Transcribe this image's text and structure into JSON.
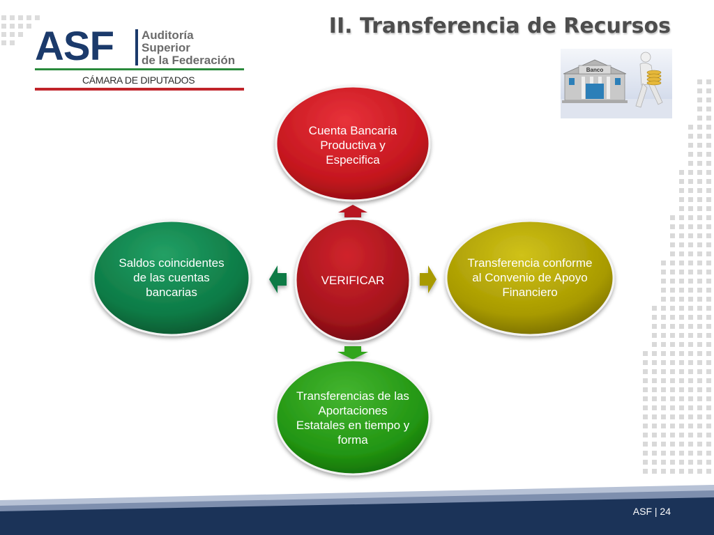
{
  "slide": {
    "title": "II. Transferencia de Recursos",
    "footer": "ASF | 24"
  },
  "logo": {
    "acronym": "ASF",
    "line1": "Auditoría",
    "line2": "Superior",
    "line3": "de la Federación",
    "subtitle": "CÁMARA DE DIPUTADOS"
  },
  "illustration": {
    "sign": "Banco",
    "icon": "bank-person-coins-icon"
  },
  "diagram": {
    "center": "VERIFICAR",
    "nodes": {
      "top": "Cuenta Bancaria Productiva y Especifica",
      "right": "Transferencia conforme al Convenio de Apoyo Financiero",
      "bottom": "Transferencias de las Aportaciones Estatales en tiempo y forma",
      "left": "Saldos coincidentes  de las cuentas bancarias"
    },
    "colors": {
      "center": "#a5141c",
      "top": "#c4161e",
      "right": "#a89a00",
      "bottom": "#229512",
      "left": "#0d7a45",
      "navy": "#1b3358",
      "logo_blue": "#1b3a6b",
      "logo_red": "#c0242a",
      "logo_green": "#2a8a3c"
    }
  }
}
